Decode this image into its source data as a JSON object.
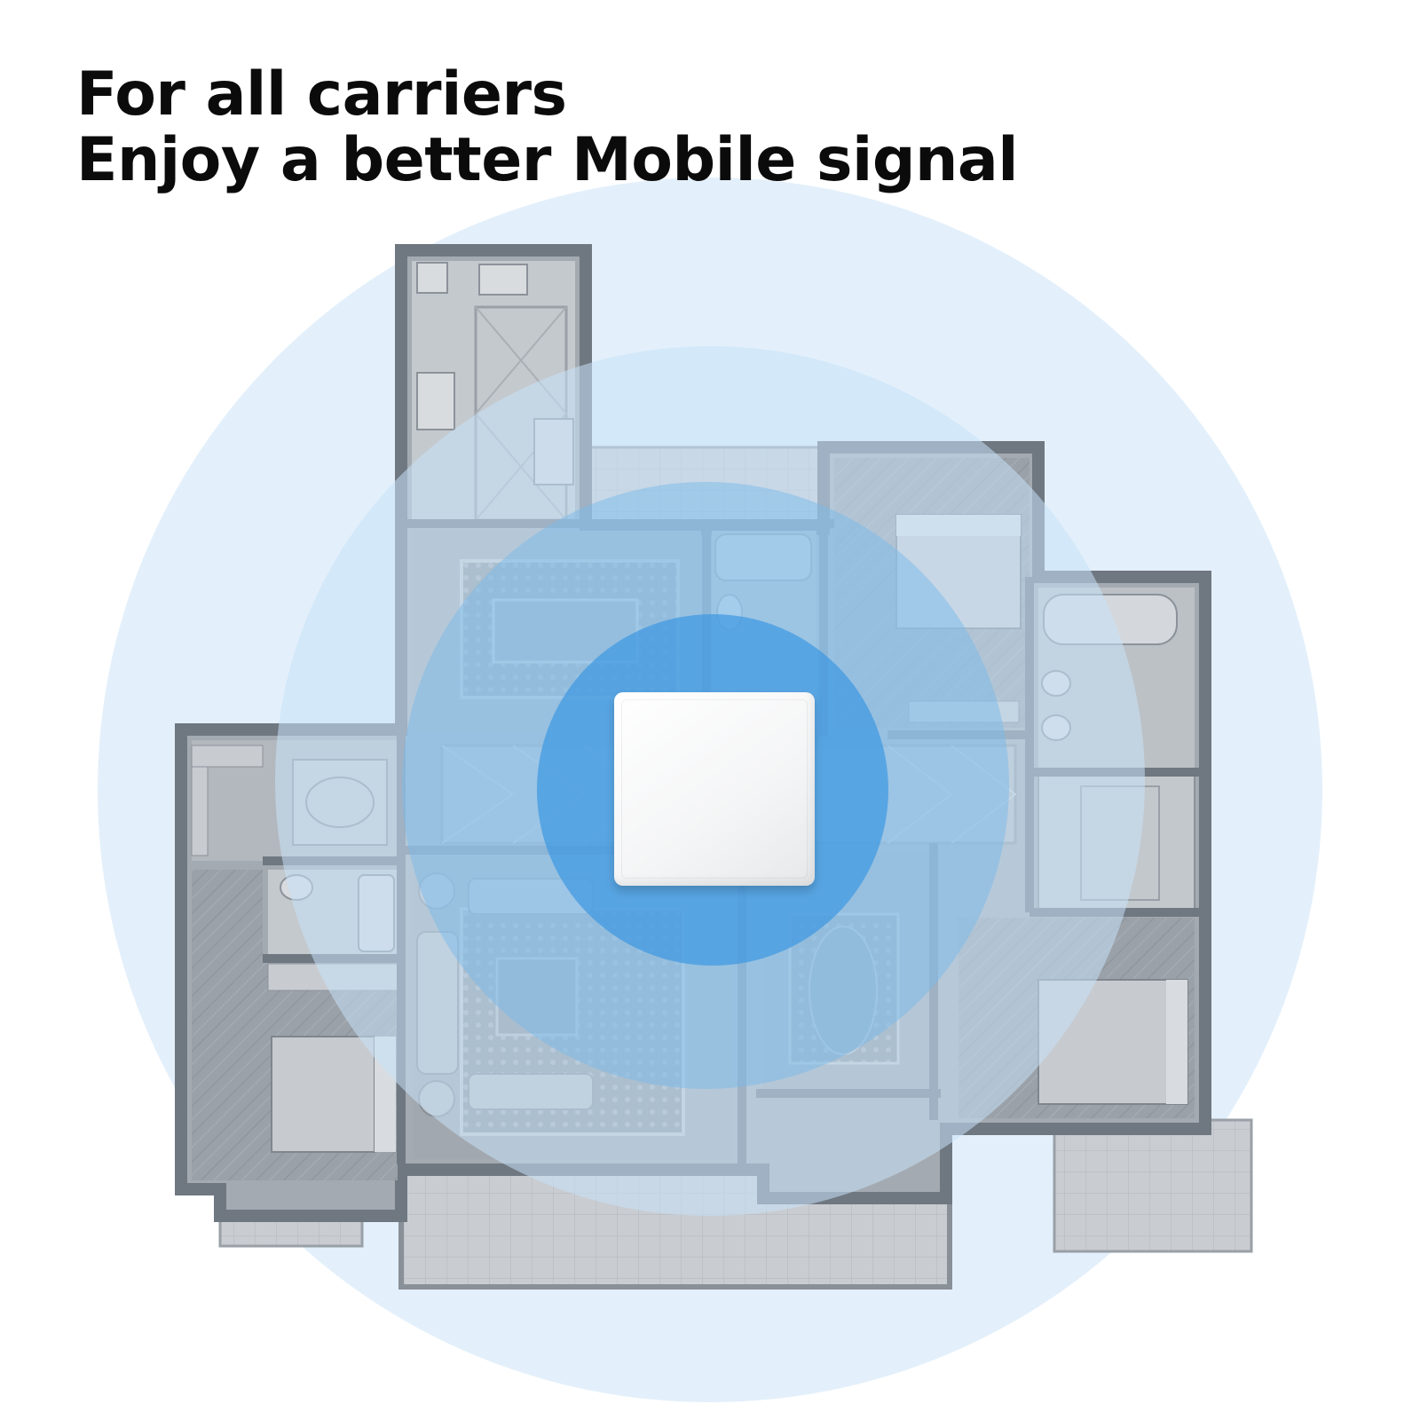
{
  "headline": {
    "line1": "For all carriers",
    "line2": "Enjoy a better Mobile signal"
  },
  "colors": {
    "wall": "#6f7780",
    "floor": "#a3a9b0",
    "signal_outer": "#e3f0fb",
    "signal_mid": "#c6e1f7",
    "signal_inner": "#7ab9ea",
    "signal_core": "#3f99e2"
  },
  "icons": [
    "repeater-device",
    "floor-plan",
    "signal-wave"
  ]
}
